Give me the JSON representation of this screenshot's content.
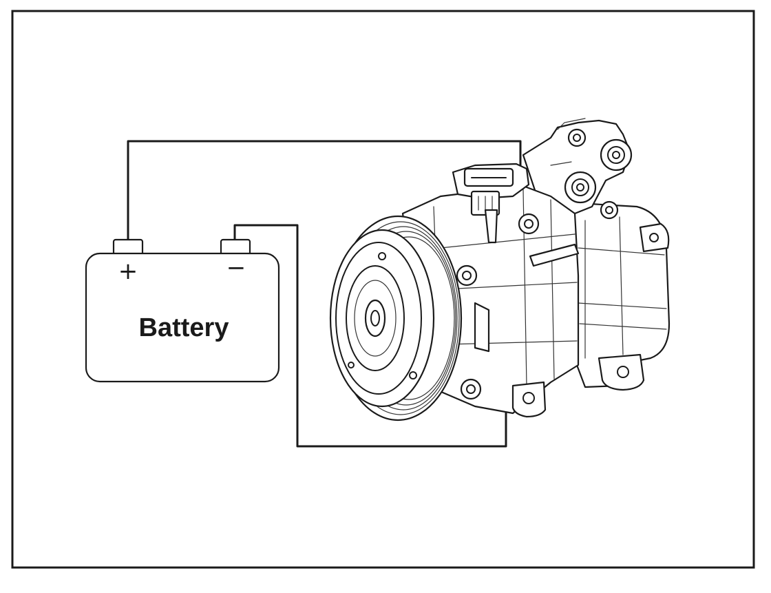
{
  "diagram": {
    "battery": {
      "label": "Battery",
      "positive_terminal": "+",
      "negative_terminal": "−"
    },
    "components": [
      {
        "name": "battery",
        "icon": "battery-icon"
      },
      {
        "name": "ac-compressor",
        "icon": "compressor-icon"
      }
    ],
    "colors": {
      "ink": "#1a1a1a",
      "background": "#ffffff"
    }
  }
}
